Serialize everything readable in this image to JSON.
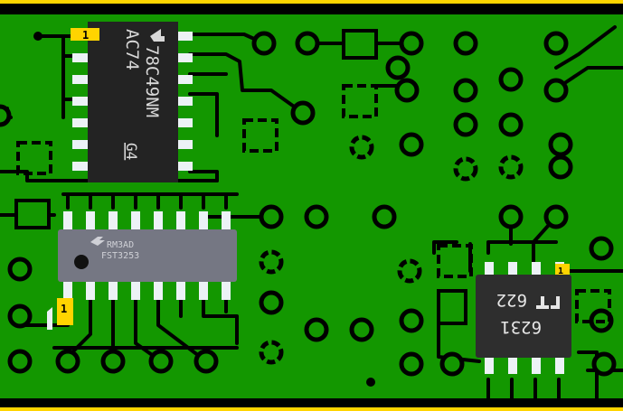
{
  "board": {
    "colors": {
      "substrate": "#000000",
      "copper_pour": "#139700",
      "trace": "#000000",
      "pin": "#ecf2f6",
      "marker": "#ffd400",
      "chip_body": "#232323"
    }
  },
  "chips": [
    {
      "package": "SOIC-16",
      "marking_lines": [
        "78C49NM",
        "AC74",
        "G4"
      ],
      "logo": "ti-logo",
      "pin1_marker": "1"
    },
    {
      "package": "SOIC-16",
      "marking_lines": [
        "RM3AD",
        "FST3253"
      ],
      "logo": "fairchild-logo",
      "pin1_marker": "1"
    },
    {
      "package": "SO-8",
      "marking_lines": [
        "6231",
        "622"
      ],
      "logo": "lt-logo",
      "pin1_marker": "1"
    }
  ]
}
